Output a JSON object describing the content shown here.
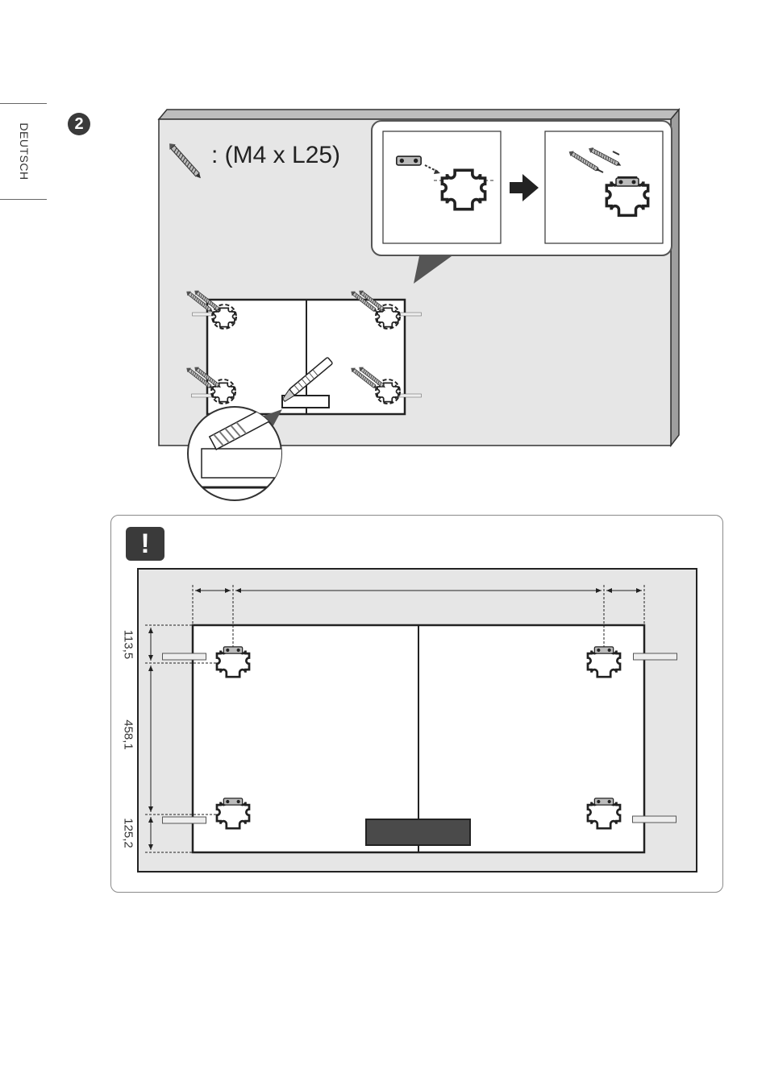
{
  "language_label": "DEUTSCH",
  "step_number": "2",
  "screw_spec": ": (M4 x L25)",
  "warning_icon": "!",
  "dimensions": {
    "top": "113,5",
    "middle": "458,1",
    "bottom": "125,2"
  },
  "colors": {
    "wall": "#e6e6e6",
    "outline": "#222222",
    "dark_icon": "#3a3a3a",
    "note_border": "#8a8a8a",
    "receiver": "#4a4a4a"
  },
  "icons": [
    "screw-icon",
    "bracket-icon",
    "arrow-right-icon",
    "warning-icon",
    "cutter-knife-icon"
  ]
}
